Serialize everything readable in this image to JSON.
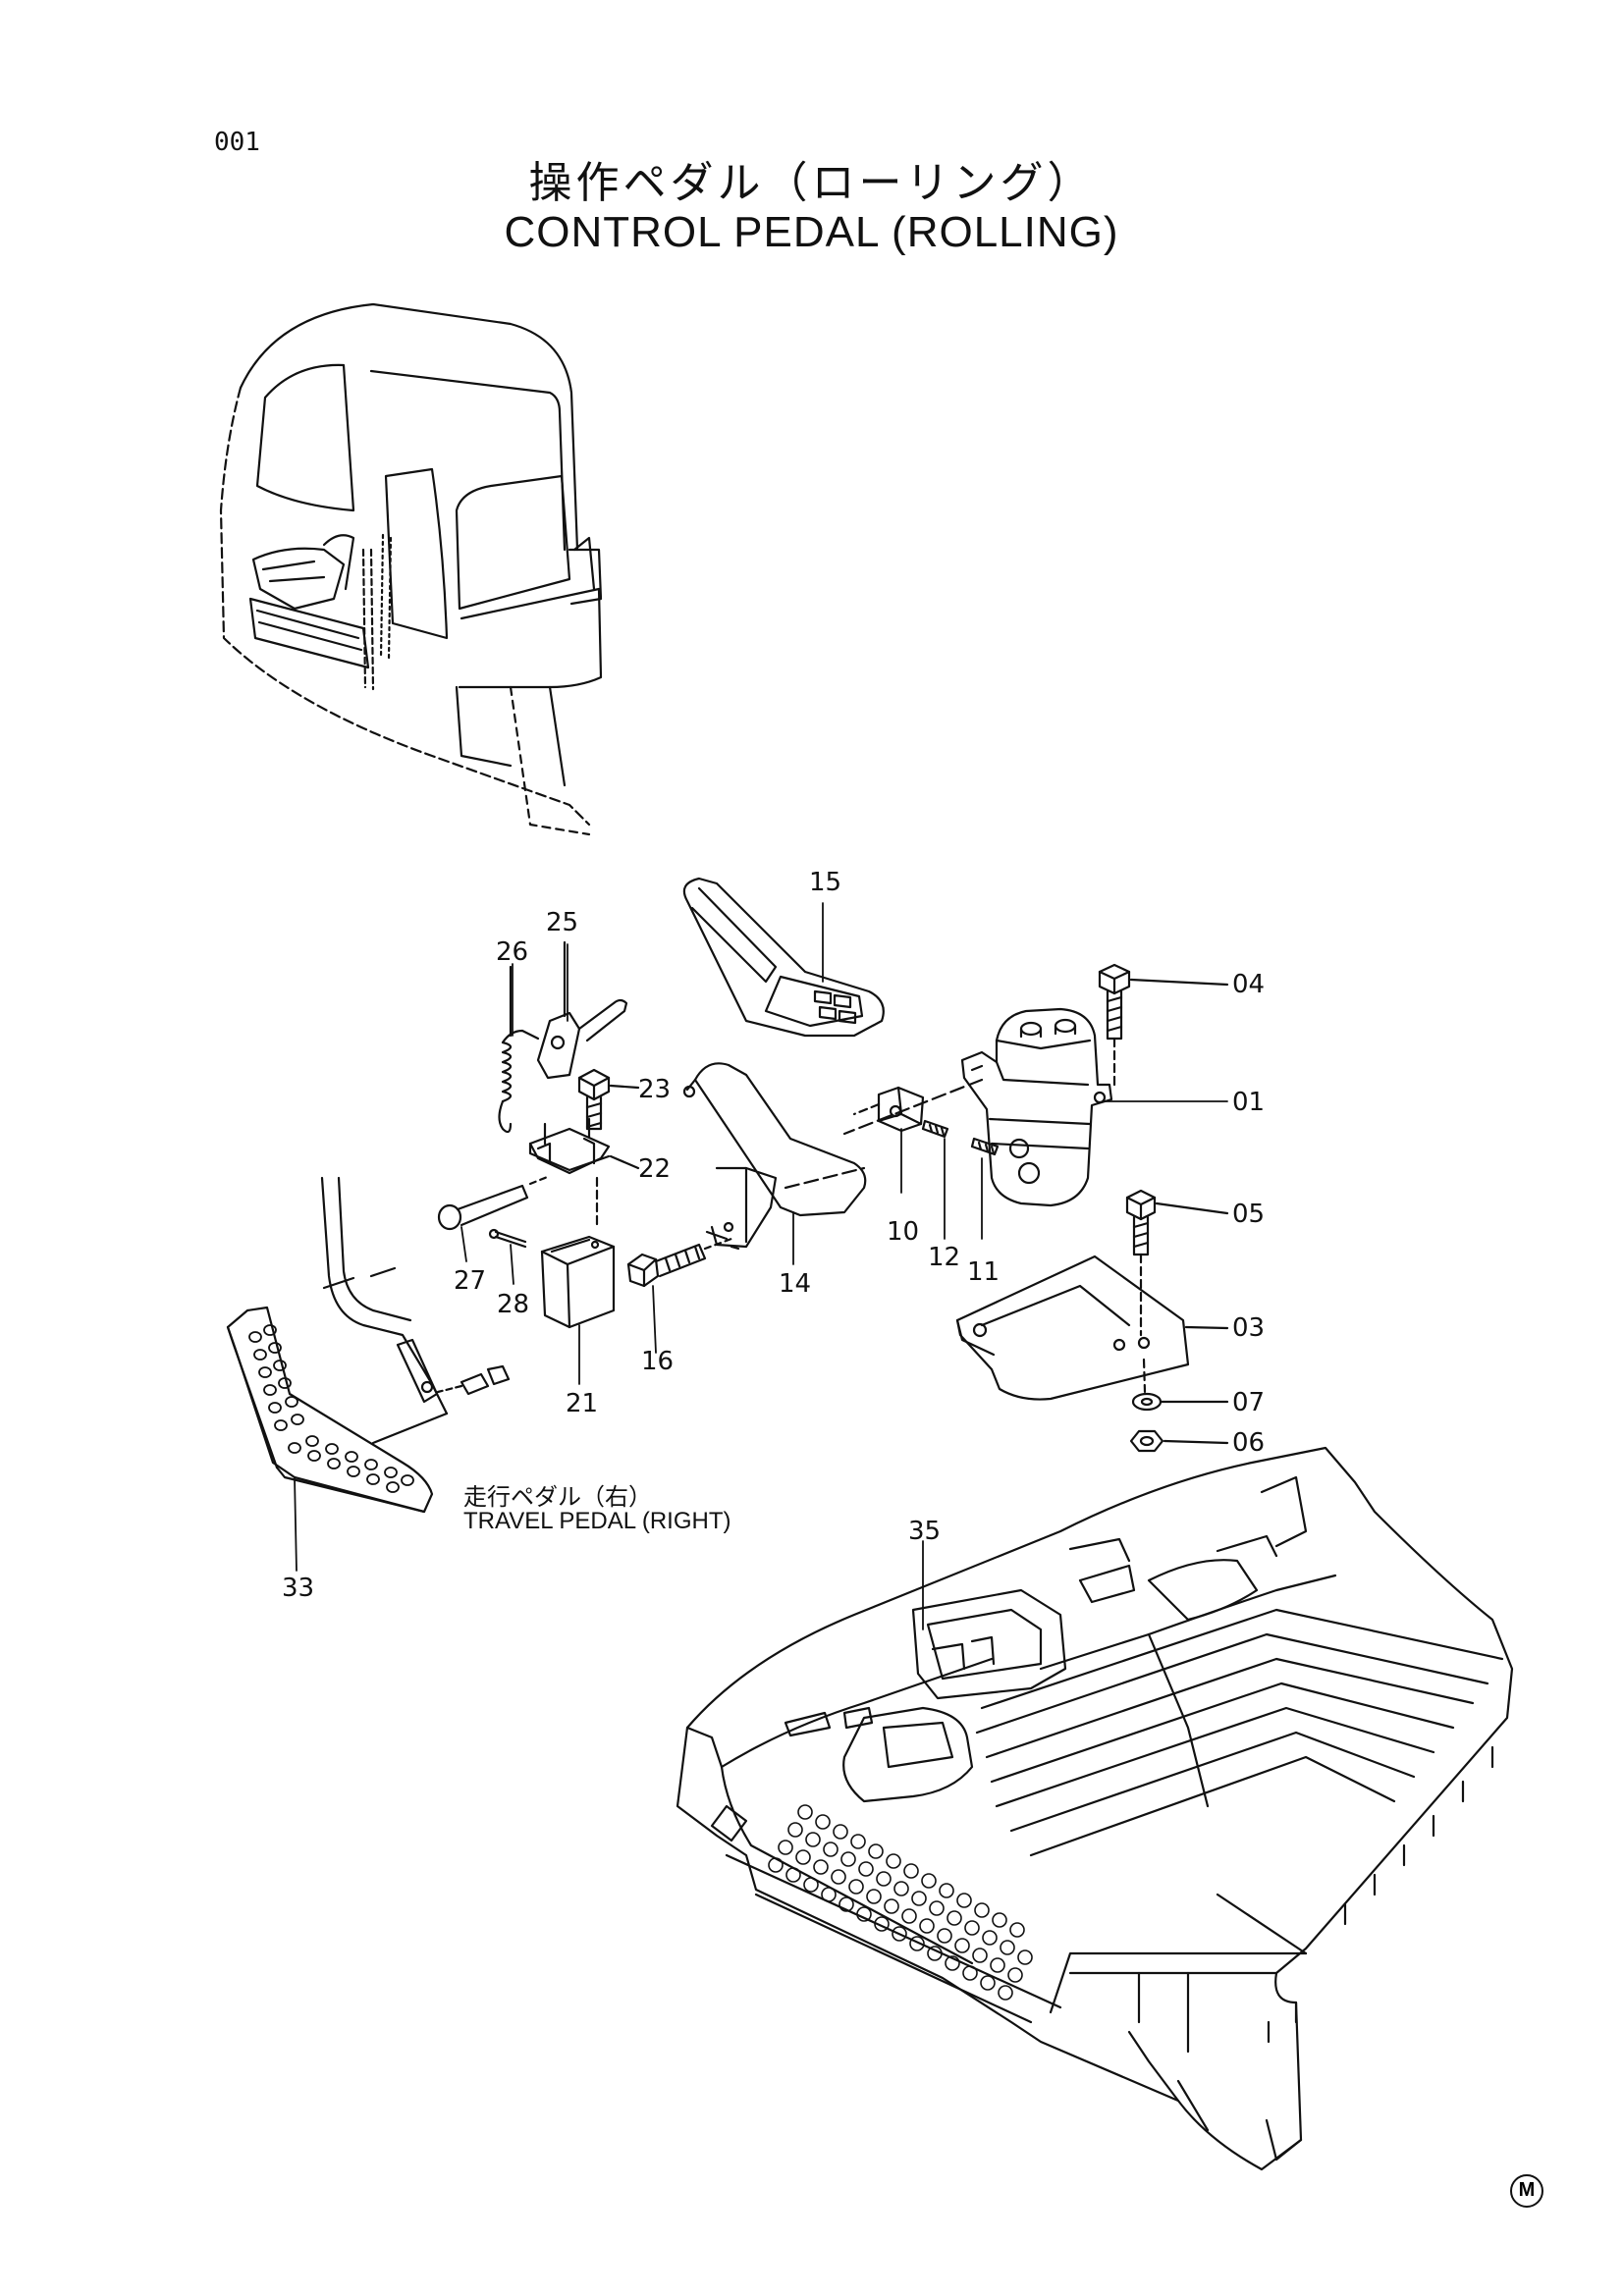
{
  "page": {
    "number": "001",
    "title_jp": "操作ペダル（ローリング）",
    "title_en": "CONTROL PEDAL (ROLLING)",
    "mark": "M"
  },
  "callouts": {
    "p01": "01",
    "p03": "03",
    "p04": "04",
    "p05": "05",
    "p06": "06",
    "p07": "07",
    "p10": "10",
    "p11": "11",
    "p12": "12",
    "p14": "14",
    "p15": "15",
    "p16": "16",
    "p21": "21",
    "p22": "22",
    "p23": "23",
    "p25": "25",
    "p26": "26",
    "p27": "27",
    "p28": "28",
    "p33": "33",
    "p35": "35"
  },
  "notes": {
    "travel_pedal_jp": "走行ペダル（右）",
    "travel_pedal_en": "TRAVEL PEDAL (RIGHT)"
  },
  "colors": {
    "ink": "#111111",
    "paper": "#ffffff"
  }
}
